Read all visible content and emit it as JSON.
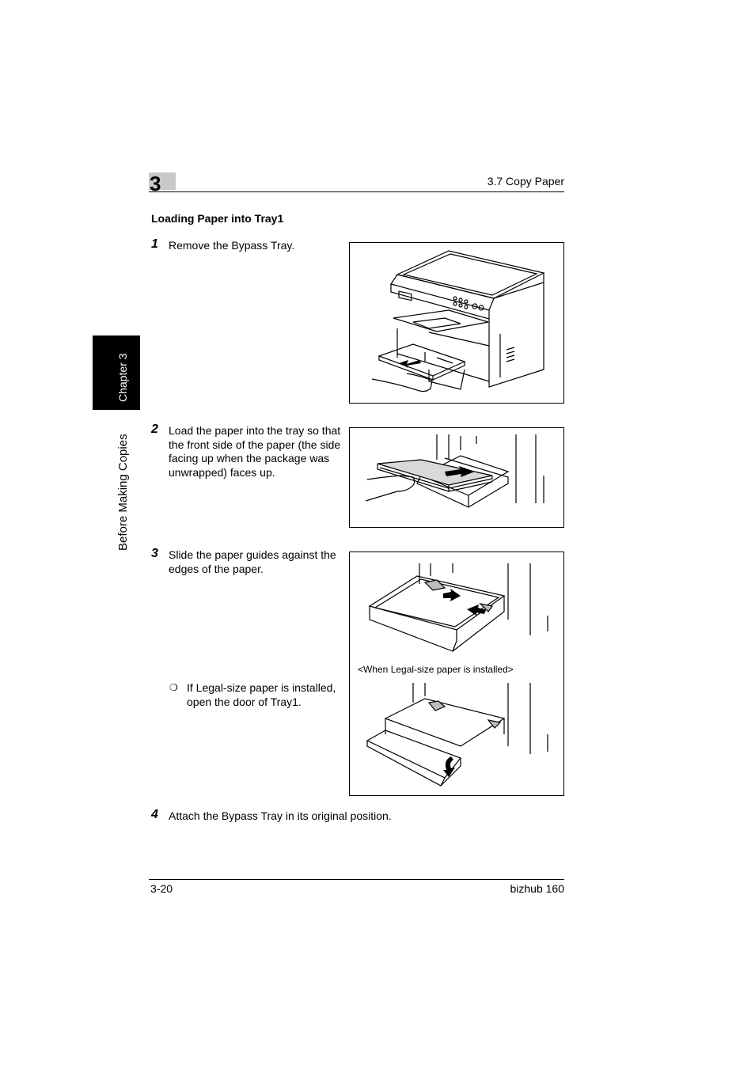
{
  "header": {
    "chapter_number": "3",
    "section_title": "3.7 Copy Paper"
  },
  "sidebar": {
    "chapter_label": "Chapter 3",
    "section_label": "Before Making Copies"
  },
  "heading": "Loading Paper into Tray1",
  "steps": [
    {
      "number": "1",
      "text": "Remove the Bypass Tray."
    },
    {
      "number": "2",
      "text_lines": [
        "Load the paper into the tray so that",
        "the front side of the paper (the side",
        "facing up when the package was",
        "unwrapped) faces up."
      ]
    },
    {
      "number": "3",
      "text_lines": [
        "Slide the paper guides against the",
        "edges of the paper."
      ]
    },
    {
      "number": "4",
      "text": "Attach the Bypass Tray in its original position."
    }
  ],
  "note": {
    "bullet": "❍",
    "text_lines": [
      "If Legal-size paper is installed,",
      "open the door of Tray1."
    ]
  },
  "figure_caption": "<When Legal-size paper is installed>",
  "footer": {
    "page_number": "3-20",
    "product": "bizhub 160"
  }
}
